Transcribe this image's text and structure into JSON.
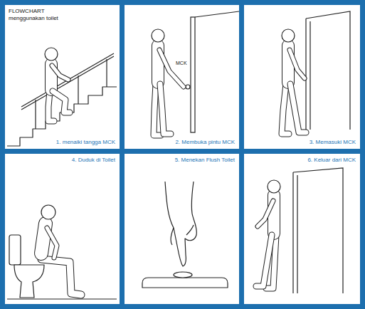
{
  "diagram": {
    "title": "FLOWCHART",
    "nodes": [
      {
        "text": [
          "1. menaiki tangga MCK"
        ]
      },
      {
        "text": [
          "2. Membuka pintu MCK"
        ]
      },
      {
        "text": [
          "3. Memasuki MCK"
        ]
      },
      {
        "text": [
          "4. Duduk di Toilet"
        ]
      },
      {
        "text": [
          "5. Menekan Flush Toilet"
        ]
      },
      {
        "text": [
          "6. Keluar dari MCK"
        ]
      }
    ],
    "labels": [
      "menggunakan toilet",
      "MCK"
    ]
  }
}
